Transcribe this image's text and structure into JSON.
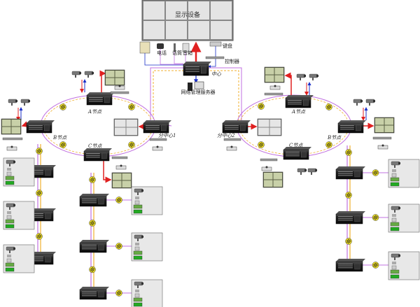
{
  "display_wall": {
    "label": "显示设备"
  },
  "center": {
    "label": "中心",
    "server_label": "网络管理服务器",
    "peripherals": {
      "phone": "电话",
      "mic": "话筒",
      "speaker": "音箱",
      "keyboard": "键盘",
      "controller": "控制器"
    }
  },
  "left_ring": {
    "subcenter": "分中心1",
    "node_a": "A节点",
    "node_b": "B节点",
    "node_c": "C节点"
  },
  "right_ring": {
    "subcenter": "分中心2",
    "node_a": "A节点",
    "node_b": "B节点",
    "node_c": "C节点"
  },
  "colors": {
    "video": "#e02020",
    "control": "#1a2fc8",
    "fiber_purple": "#c070e0",
    "fiber_orange": "#f0b030",
    "device": "#1a1a1a"
  }
}
